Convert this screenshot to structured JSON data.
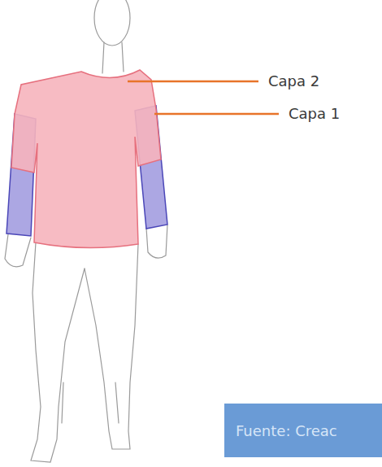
{
  "diagram": {
    "nodes": [
      {
        "text": [
          "Fuente: Creac"
        ]
      }
    ],
    "labels": [
      "Capa 2",
      "Capa 1"
    ]
  }
}
